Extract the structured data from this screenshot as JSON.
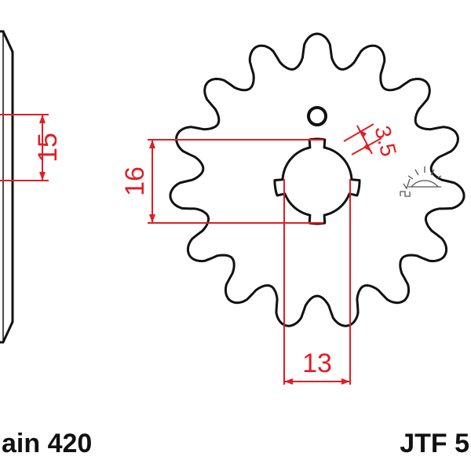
{
  "dimensions": {
    "hub_width": "15",
    "bore_height": "16",
    "spline_depth": "3.5",
    "bore_width": "13"
  },
  "labels": {
    "chain": "ain 420",
    "part": "JTF 5"
  },
  "sprocket": {
    "teeth": 15
  },
  "colors": {
    "outline": "#111111",
    "dimension": "#e01e24",
    "body": "#ffffff"
  },
  "icons": {
    "surface_symbol": "surface-finish-icon"
  }
}
